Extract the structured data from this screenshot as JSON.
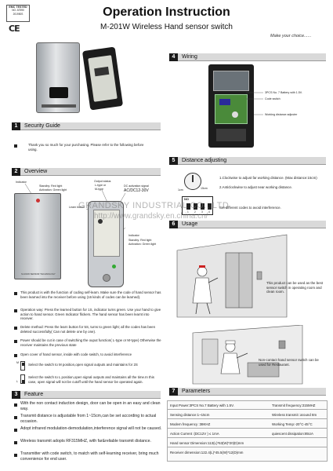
{
  "header": {
    "emc_lines": [
      "EMC TESTED",
      "NO. AT590",
      "201950S"
    ],
    "ce": "CE",
    "title": "Operation  Instruction",
    "subtitle": "M-201W  Wireless  Hand sensor switch",
    "tagline": "Make your choice......"
  },
  "watermark": {
    "line1": "GRANDSKY INDUSTRIAL CO., LTD",
    "line2": "http://www.grandsky.en.china.cn/"
  },
  "sections": {
    "security": {
      "num": "1",
      "title": "Security Guide",
      "text": "Thank you so much for your  purchasing. Please refer to the following before using."
    },
    "overview": {
      "num": "2",
      "title": "Overview",
      "labels": {
        "indicator": "Indicator",
        "standby": "Standby: Red light",
        "activation": "Activation: Green light",
        "learn": "Learn button",
        "output_status": "Output status",
        "ltype": "L-type or",
        "mtype": "M-type",
        "dc_signal": "DC activation  signal",
        "acdc": "AC/DC12-30V",
        "indicator2": "Indicator",
        "standby2": "Standby: Red light",
        "activation2": "Activation: Green light",
        "panel": "M-201W SENSOR TECHNOLOGY"
      },
      "bullets": [
        "This product is with the function of coding self-learn. Make sure the code of hand sensor has been learned into the receiver before using (16 kinds of codes can be learned).",
        "Operation way: Press the learned button for 1S, indicator turns  green. Use your hand to give action to hand sensor. Green Indicator flickers. The hand sensor  has been learnt into receiver.",
        "Delete method: Press the learn button  for 5S, turns to green light; all the codes has been deleted successfully( Can not delete one by one).",
        "Power should be cut  in case of  switching the ouput function( L-type or M-type) Otherwise the receiver  maintains the previous state",
        "Open cover of hand sensor, inside with code switch, to avoid interference"
      ],
      "switch_m": "Select the switch to M  position,open signal outputs and maintains for 2S",
      "switch_l": "Select the switch to L  position,open signal outputs and maintains all the time.In this case, open signal will not be cutoff until the hand sensor be operated again.",
      "switch_letters": [
        "M",
        "L"
      ]
    },
    "feature": {
      "num": "3",
      "title": "Feature",
      "bullets": [
        "With the non contact induction design, door can be open in an easy and clean way.",
        "Transmit distance is adjustable from 1~15cm,can be set according to actual occasion.",
        "Adopt infrared modulation-demodulation,interference  signal will not be caused.",
        "Wireless transmit adopts RF315MHZ, with far&reliable transmit distance.",
        "Transmitter with code switch, to match with self-learning receiver, bring much convenience for end user."
      ]
    },
    "wiring": {
      "num": "4",
      "title": "Wiring",
      "labels": [
        "3PCS No. 7 Battery with 1.5V.",
        "Code switch",
        "Working distance adjuster"
      ]
    },
    "distance": {
      "num": "5",
      "title": "Distance adjusting",
      "dial_left": "1cm",
      "dial_right": "15cm",
      "steps": [
        "1.Clockwise to adjust far working distance. (Max distance:15cm)",
        "2.Anticlockwise to adjust near working distance."
      ],
      "dip_label": "NO",
      "dip_numbers": [
        "1",
        "2",
        "3",
        "4"
      ],
      "set_text": "Set different codes to avoid interference."
    },
    "usage": {
      "num": "6",
      "title": "Usage",
      "caption1": "This product can be used as the best sensor switch in operating room and clean room.",
      "caption2": "Non-contact hand sensor switch can be used for Restaurant."
    },
    "parameters": {
      "num": "7",
      "title": "Parameters",
      "rows": [
        [
          "Input Power:3PCS No.7 Battery with 1.5V.",
          "Transmit frequency:315MHZ"
        ],
        [
          "Sensing distance:1~15cm",
          "Wireless transmit :around 8m"
        ],
        [
          "Modem frequency :38KHZ",
          "Working Temp:-20°C-45°C"
        ],
        [
          "Action Current :(DC12V ) ≤ 1mA",
          "quiescent dissipation:85UA"
        ],
        [
          "Hand sensor Dimension:113(L)*63(W)*20(D)mm",
          ""
        ],
        [
          "Receiver dimension:122.4(L)*45.5(W)*12(D)mm",
          ""
        ]
      ]
    }
  },
  "colors": {
    "header_bar": "#d9d9d9",
    "number_box": "#1a1a1a",
    "panel_silver": "#b8bcc0",
    "pcb_green": "#4a8a3a",
    "watermark": "#8a8a8a"
  }
}
